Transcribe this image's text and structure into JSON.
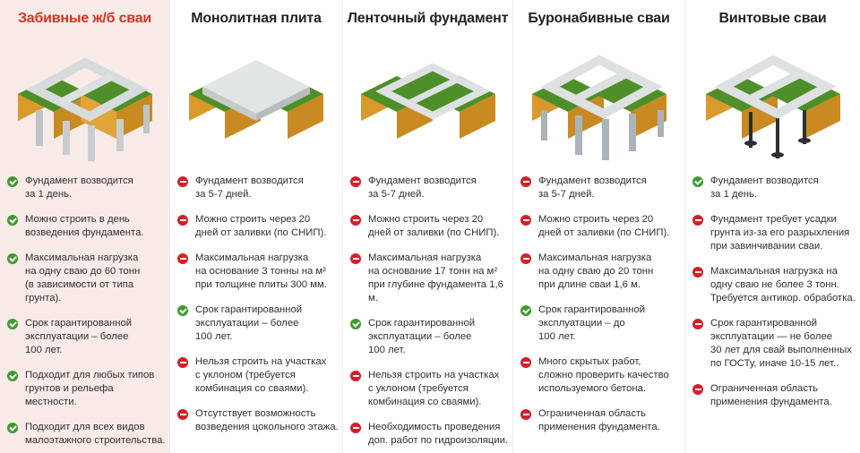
{
  "legend": {
    "pro_icon": "green-check-circle",
    "con_icon": "red-minus-circle",
    "pro_color": "#3f9b2f",
    "con_color": "#d2202a",
    "accent_title_color": "#d8321f",
    "highlight_bg": "#f8ebe7"
  },
  "columns": [
    {
      "title": "Забивные ж/б сваи",
      "illustration": "driven-concrete-piles",
      "items": [
        {
          "type": "pro",
          "text": "Фундамент возводится\nза 1 день."
        },
        {
          "type": "pro",
          "text": "Можно строить в день\nвозведения фундамента."
        },
        {
          "type": "pro",
          "text": "Максимальная нагрузка\nна одну сваю до 60 тонн\n(в зависимости от типа\nгрунта)."
        },
        {
          "type": "pro",
          "text": "Срок гарантированной\nэксплуатации – более\n100 лет."
        },
        {
          "type": "pro",
          "text": "Подходит для любых типов\nгрунтов и рельефа местности."
        },
        {
          "type": "pro",
          "text": "Подходит для всех видов\nмалоэтажного строительства."
        }
      ]
    },
    {
      "title": "Монолитная плита",
      "illustration": "monolithic-slab",
      "items": [
        {
          "type": "con",
          "text": "Фундамент возводится\nза 5-7 дней."
        },
        {
          "type": "con",
          "text": "Можно строить через 20\nдней от заливки (по СНИП)."
        },
        {
          "type": "con",
          "text": "Максимальная нагрузка\nна основание 3 тонны на м²\nпри толщине плиты 300 мм."
        },
        {
          "type": "pro",
          "text": "Срок гарантированной\nэксплуатации – более\n100 лет."
        },
        {
          "type": "con",
          "text": "Нельзя строить на участках\nс уклоном (требуется\nкомбинация со сваями)."
        },
        {
          "type": "con",
          "text": "Отсутствует возможность\nвозведения цокольного этажа."
        }
      ]
    },
    {
      "title": "Ленточный фундамент",
      "illustration": "strip-foundation",
      "items": [
        {
          "type": "con",
          "text": "Фундамент возводится\nза 5-7 дней."
        },
        {
          "type": "con",
          "text": "Можно строить через 20\nдней от заливки (по СНИП)."
        },
        {
          "type": "con",
          "text": "Максимальная нагрузка\nна основание 17 тонн на м²\nпри глубине фундамента 1,6 м."
        },
        {
          "type": "pro",
          "text": "Срок гарантированной\nэксплуатации – более\n100 лет."
        },
        {
          "type": "con",
          "text": "Нельзя строить на участках\nс уклоном (требуется\nкомбинация со сваями)."
        },
        {
          "type": "con",
          "text": "Необходимость проведения\nдоп. работ по гидроизоляции."
        }
      ]
    },
    {
      "title": "Буронабивные сваи",
      "illustration": "bored-piles",
      "items": [
        {
          "type": "con",
          "text": "Фундамент возводится\nза 5-7 дней."
        },
        {
          "type": "con",
          "text": "Можно строить через 20\nдней от заливки (по СНИП)."
        },
        {
          "type": "con",
          "text": "Максимальная нагрузка\nна одну сваю до 20 тонн\nпри длине сваи 1,6 м."
        },
        {
          "type": "pro",
          "text": "Срок гарантированной\nэксплуатации – до\n100 лет."
        },
        {
          "type": "con",
          "text": "Много скрытых работ,\nсложно проверить качество\nиспользуемого бетона."
        },
        {
          "type": "con",
          "text": "Ограниченная область\nприменения фундамента."
        }
      ]
    },
    {
      "title": "Винтовые сваи",
      "illustration": "screw-piles",
      "items": [
        {
          "type": "pro",
          "text": "Фундамент возводится\nза 1 день."
        },
        {
          "type": "con",
          "text": "Фундамент требует усадки\nгрунта из-за его разрыхления\nпри завинчивании сваи."
        },
        {
          "type": "con",
          "text": "Максимальная нагрузка на\nодну сваю не более 3 тонн.\nТребуется антикор. обработка."
        },
        {
          "type": "con",
          "text": "Срок гарантированной\nэксплуатации — не более\n30 лет для свай выполненных\nпо ГОСТу, иначе 10-15 лет.."
        },
        {
          "type": "con",
          "text": "Ограниченная область\nприменения фундамента."
        }
      ]
    }
  ]
}
